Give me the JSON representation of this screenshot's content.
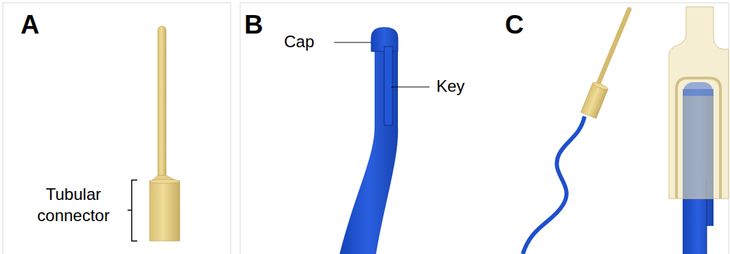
{
  "diagram": {
    "labels": [
      "A",
      "Tubular connector",
      "B",
      "Cap",
      "Key",
      "C"
    ]
  }
}
